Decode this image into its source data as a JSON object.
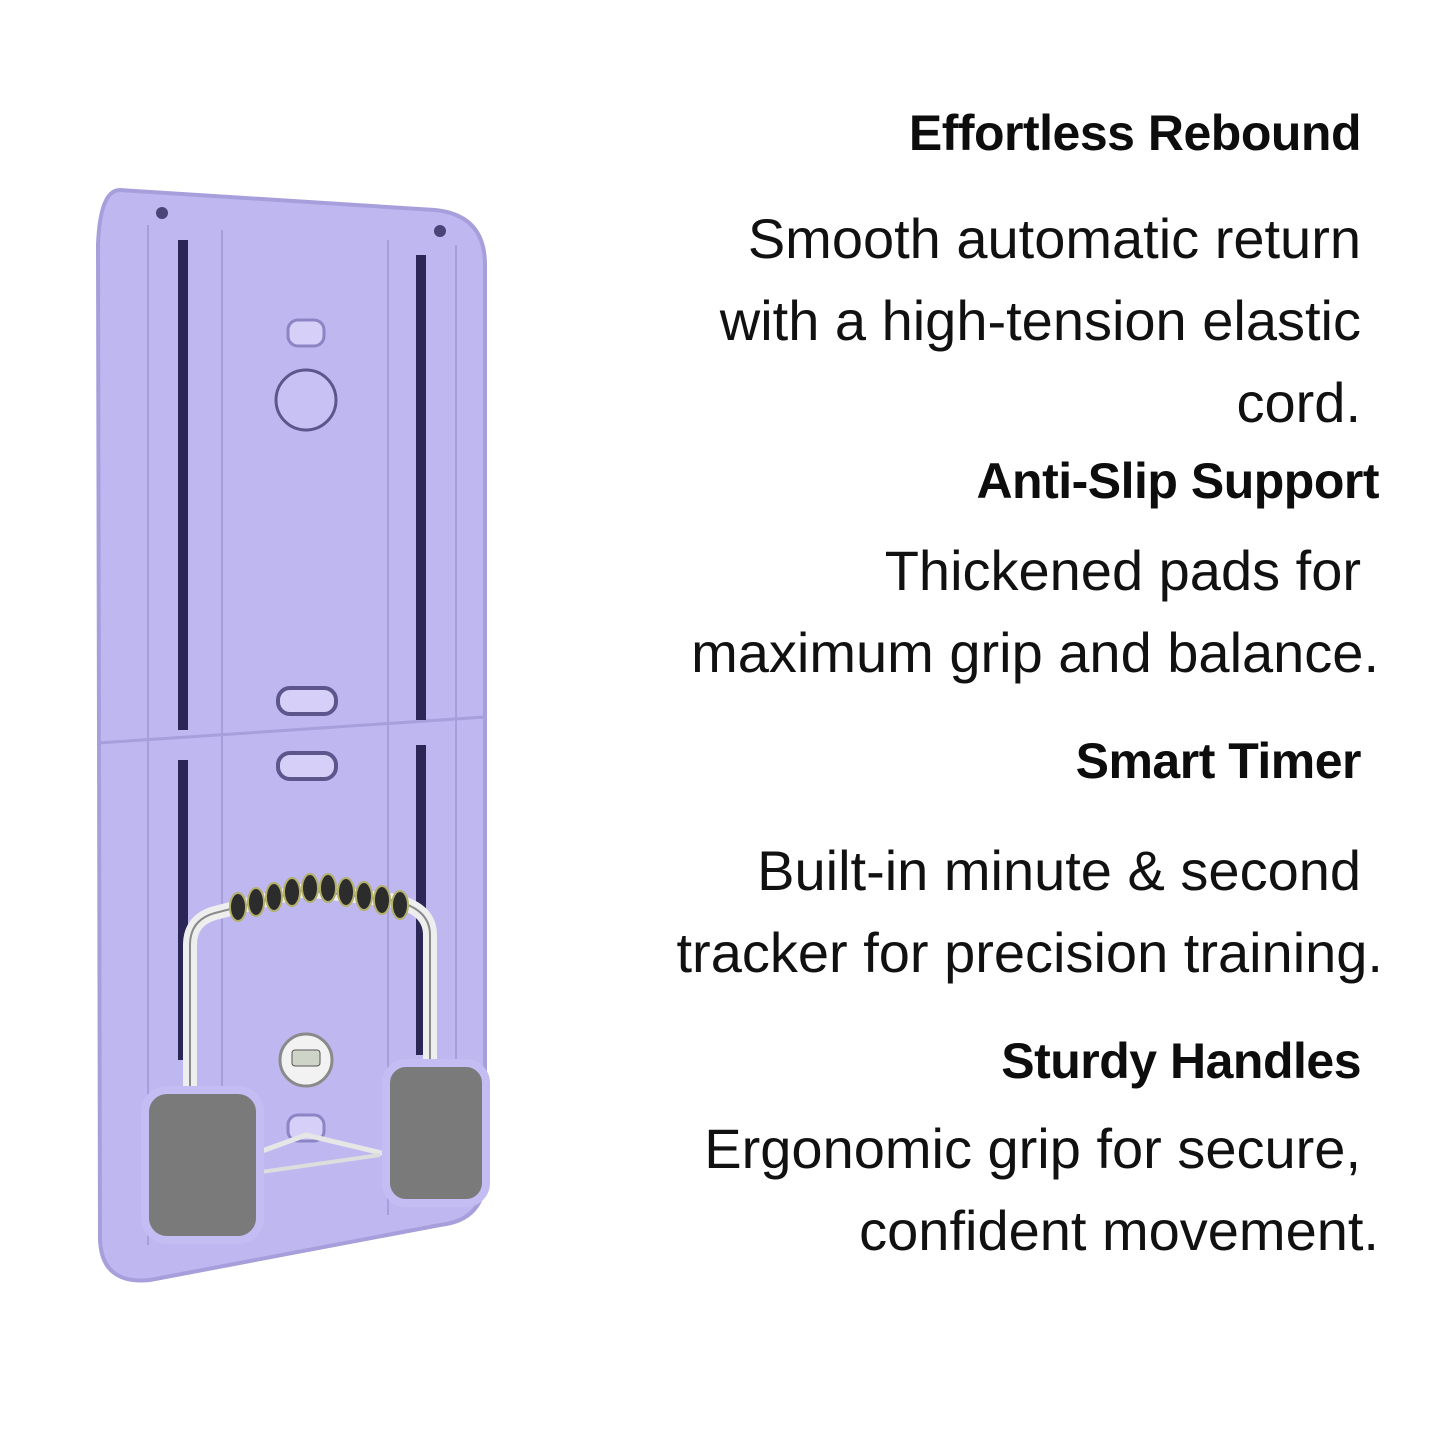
{
  "product_image": {
    "name": "resistance push-up board with timer",
    "colors": {
      "board": "#bfb7f0",
      "board_shadow": "#a79fdc",
      "slot": "#2a2656",
      "pad": "#6e6e6e",
      "grip": "#2c2c2c"
    }
  },
  "features": [
    {
      "title": "Effortless Rebound",
      "desc_lines": [
        "Smooth automatic return",
        "with a high-tension elastic",
        "cord."
      ]
    },
    {
      "title": "Anti-Slip Support",
      "desc_lines": [
        "Thickened pads for",
        "maximum grip and balance."
      ]
    },
    {
      "title": "Smart Timer",
      "desc_lines": [
        "Built-in minute & second",
        "tracker for precision training."
      ]
    },
    {
      "title": "Sturdy Handles",
      "desc_lines": [
        "Ergonomic grip for secure,",
        "confident movement."
      ]
    }
  ]
}
